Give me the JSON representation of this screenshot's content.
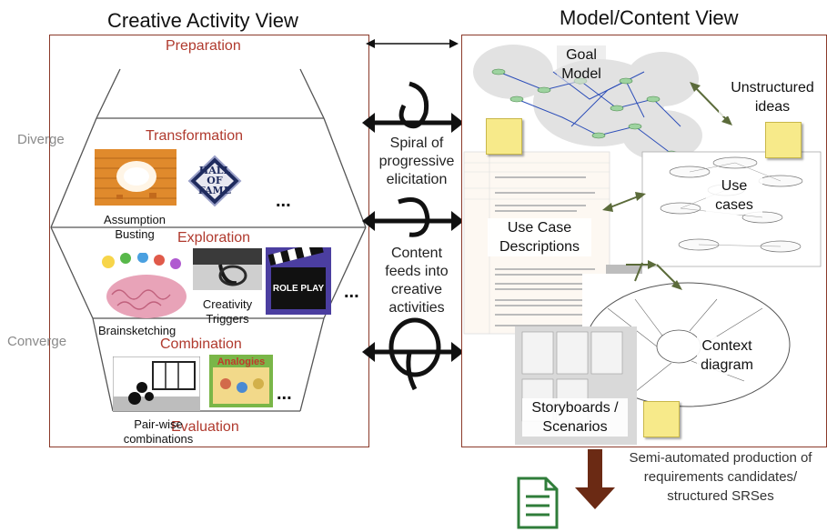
{
  "left": {
    "title": "Creative Activity View",
    "stages": {
      "preparation": "Preparation",
      "transformation": "Transformation",
      "exploration": "Exploration",
      "combination": "Combination",
      "evaluation": "Evaluation"
    },
    "phases": {
      "diverge": "Diverge",
      "converge": "Converge"
    },
    "items": {
      "assumption_busting": "Assumption Busting",
      "hall_of_fame": "HALL OF FAME",
      "brainsketching": "Brainsketching",
      "creativity_triggers": "Creativity Triggers",
      "role_play": "ROLE PLAY",
      "analogies": "Analogies",
      "pairwise": "Pair-wise combinations"
    },
    "ellipsis": "..."
  },
  "middle": {
    "spiral": "Spiral of progressive elicitation",
    "feeds": "Content feeds into creative activities"
  },
  "right": {
    "title": "Model/Content View",
    "labels": {
      "goal_model": "Goal Model",
      "unstructured": "Unstructured ideas",
      "use_cases": "Use cases",
      "ucd": "Use Case Descriptions",
      "context": "Context diagram",
      "storyboards": "Storyboards / Scenarios"
    },
    "output": "Semi-automated production of requirements candidates/ structured SRSes"
  },
  "colors": {
    "panel_border": "#8b3a2a",
    "stage_text": "#b03a2e",
    "arrow_green": "#5b6b3a",
    "output_arrow": "#6b2a14",
    "doc_icon": "#2f7d3a"
  }
}
